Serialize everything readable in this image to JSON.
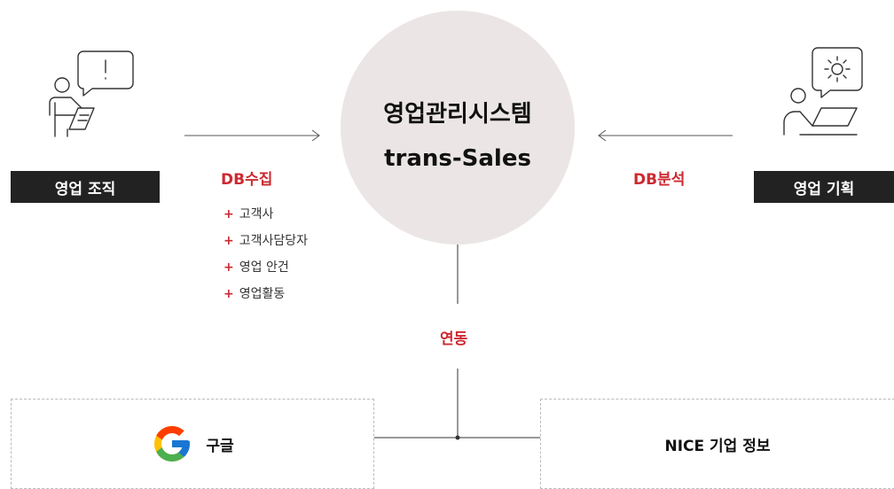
{
  "center": {
    "title": "영업관리시스템",
    "subtitle": "trans-Sales"
  },
  "left": {
    "role": "영업 조직",
    "flow_label": "DB수집",
    "items": [
      "고객사",
      "고객사담당자",
      "영업 안건",
      "영업활동"
    ],
    "icon": "person-speech-bubble-icon"
  },
  "right": {
    "role": "영업 기획",
    "flow_label": "DB분석",
    "icon": "person-laptop-gear-icon"
  },
  "link_label": "연동",
  "sources": [
    {
      "label": "구글",
      "icon": "google-icon"
    },
    {
      "label": "NICE 기업 정보"
    }
  ],
  "colors": {
    "accent": "#cc2a31",
    "circle": "#ebe6e5",
    "role_bg": "#222222"
  }
}
